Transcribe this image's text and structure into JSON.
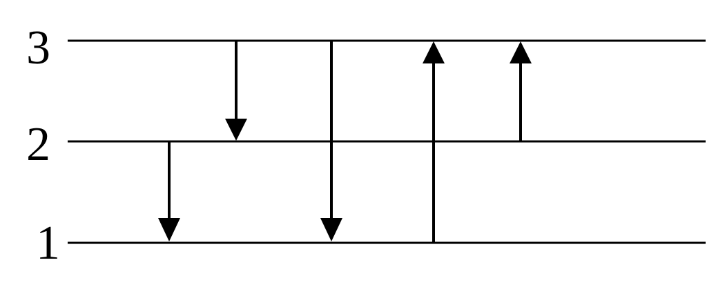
{
  "levels": [
    {
      "label": "3"
    },
    {
      "label": "2"
    },
    {
      "label": "1"
    }
  ],
  "transitions": [
    {
      "from": "2",
      "to": "1",
      "direction": "down"
    },
    {
      "from": "3",
      "to": "2",
      "direction": "down"
    },
    {
      "from": "3",
      "to": "1",
      "direction": "down"
    },
    {
      "from": "1",
      "to": "3",
      "direction": "up"
    },
    {
      "from": "2",
      "to": "3",
      "direction": "up"
    }
  ],
  "colors": {
    "line": "#000000",
    "background": "#ffffff"
  }
}
